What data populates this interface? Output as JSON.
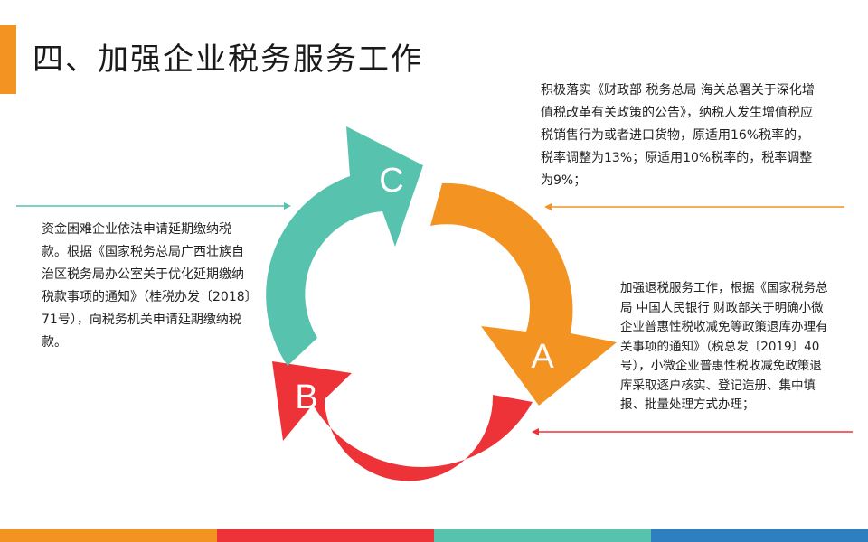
{
  "slide": {
    "title": "四、加强企业税务服务工作"
  },
  "cycle": {
    "labels": {
      "a": "A",
      "b": "B",
      "c": "C"
    },
    "colors": {
      "a": "#f39322",
      "b": "#ee3338",
      "c": "#57c2ae"
    }
  },
  "notes": {
    "right": "积极落实《财政部 税务总局 海关总署关于深化增值税改革有关政策的公告》，纳税人发生增值税应税销售行为或者进口货物，原适用16%税率的，税率调整为13%；原适用10%税率的，税率调整为9%；",
    "left": "资金困难企业依法申请延期缴纳税款。根据《国家税务总局广西壮族自治区税务局办公室关于优化延期缴纳税款事项的通知》（桂税办发〔2018〕71号），向税务机关申请延期缴纳税款。",
    "bottom": "加强退税服务工作，根据《国家税务总局 中国人民银行 财政部关于明确小微企业普惠性税收减免等政策退库办理有关事项的通知》（税总发〔2019〕40号），小微企业普惠性税收减免政策退库采取逐户核实、登记造册、集中填报、批量处理方式办理；"
  },
  "footer_colors": [
    "#f39322",
    "#ee3338",
    "#57c2ae",
    "#2e7fbf"
  ]
}
